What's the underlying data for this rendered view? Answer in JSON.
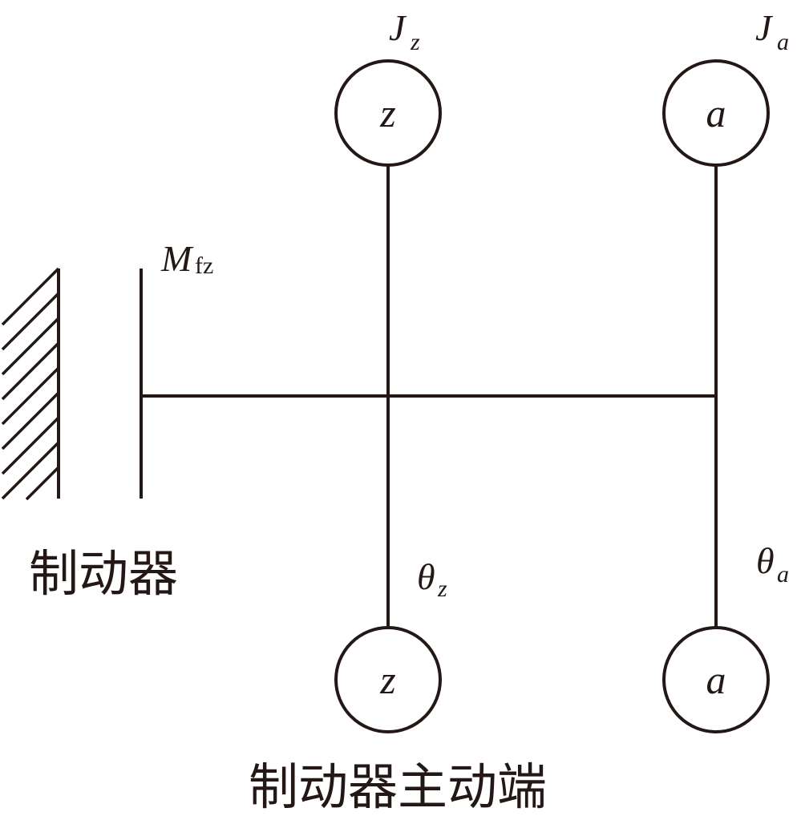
{
  "colors": {
    "stroke": "#231815",
    "background": "#ffffff"
  },
  "labels": {
    "brake": "制动器",
    "brake_active_end": "制动器主动端",
    "mfz_main": "M",
    "mfz_sub": "fz",
    "jz_main": "J",
    "jz_sub": "z",
    "ja_main": "J",
    "ja_sub": "a",
    "theta_z_main": "θ",
    "theta_z_sub": "z",
    "theta_a_main": "θ",
    "theta_a_sub": "a"
  },
  "nodes": {
    "top_z": "z",
    "top_a": "a",
    "bottom_z": "z",
    "bottom_a": "a"
  }
}
